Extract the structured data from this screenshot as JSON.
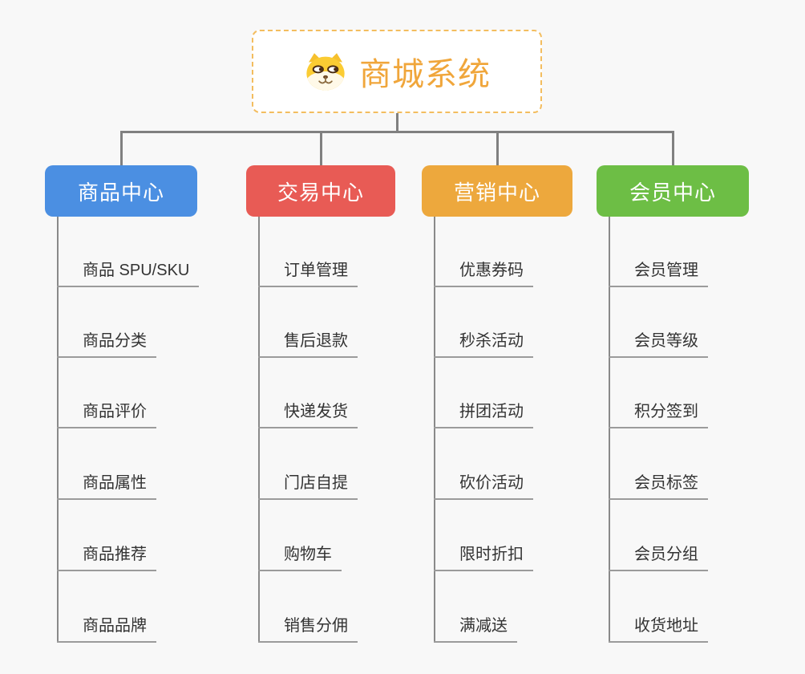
{
  "root": {
    "title": "商城系统",
    "icon": "dog-face-icon",
    "title_color": "#F0A63B",
    "border_color": "#F3BD5F"
  },
  "colors": {
    "background": "#F8F8F8",
    "connector": "#808080",
    "branch_trunk": "#8A8A8A",
    "leaf_line": "#9B9B9B",
    "leaf_text": "#333333"
  },
  "branches": [
    {
      "label": "商品中心",
      "color": "#4B8FE2",
      "children": [
        "商品 SPU/SKU",
        "商品分类",
        "商品评价",
        "商品属性",
        "商品推荐",
        "商品品牌"
      ]
    },
    {
      "label": "交易中心",
      "color": "#E85B55",
      "children": [
        "订单管理",
        "售后退款",
        "快递发货",
        "门店自提",
        "购物车",
        "销售分佣"
      ]
    },
    {
      "label": "营销中心",
      "color": "#EDA83D",
      "children": [
        "优惠券码",
        "秒杀活动",
        "拼团活动",
        "砍价活动",
        "限时折扣",
        "满减送"
      ]
    },
    {
      "label": "会员中心",
      "color": "#6DBE45",
      "children": [
        "会员管理",
        "会员等级",
        "积分签到",
        "会员标签",
        "会员分组",
        "收货地址"
      ]
    }
  ]
}
